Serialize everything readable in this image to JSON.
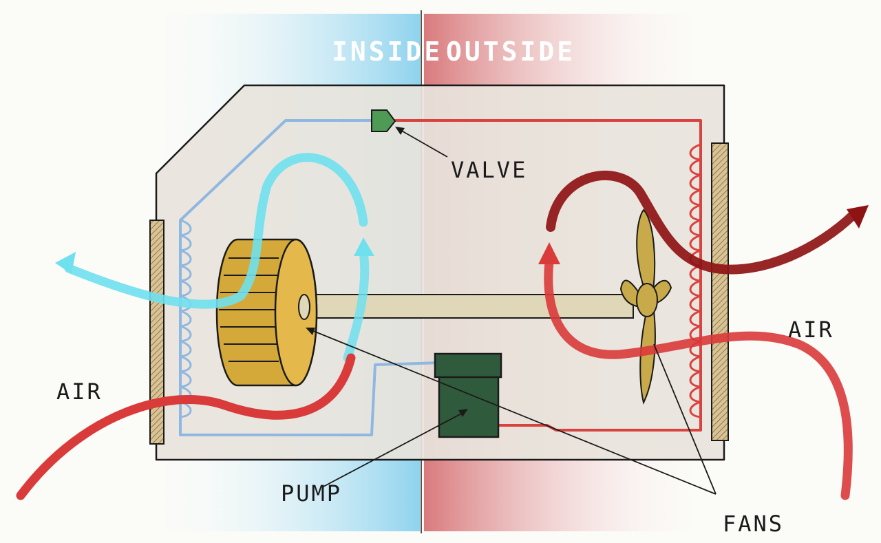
{
  "labels": {
    "inside": "INSIDE",
    "outside": "OUTSIDE",
    "valve": "VALVE",
    "air_left": "AIR",
    "air_right": "AIR",
    "pump": "PUMP",
    "fans": "FANS"
  },
  "colors": {
    "inside_blue": "#8fd3ee",
    "outside_red": "#d97a7d",
    "casing": "#e8e4dc",
    "cold_line": "#8fb7e0",
    "hot_line": "#d9433f",
    "cold_air": "#6fe0ee",
    "hot_air_dark": "#8e1414",
    "warm_air": "#d93a3a",
    "valve": "#4f9a55",
    "pump": "#2f5a3c",
    "fan_drum": "#d4a93a",
    "fan_blade": "#c8aa4a",
    "shaft": "#e0d7b8",
    "grille": "#c9b384"
  }
}
